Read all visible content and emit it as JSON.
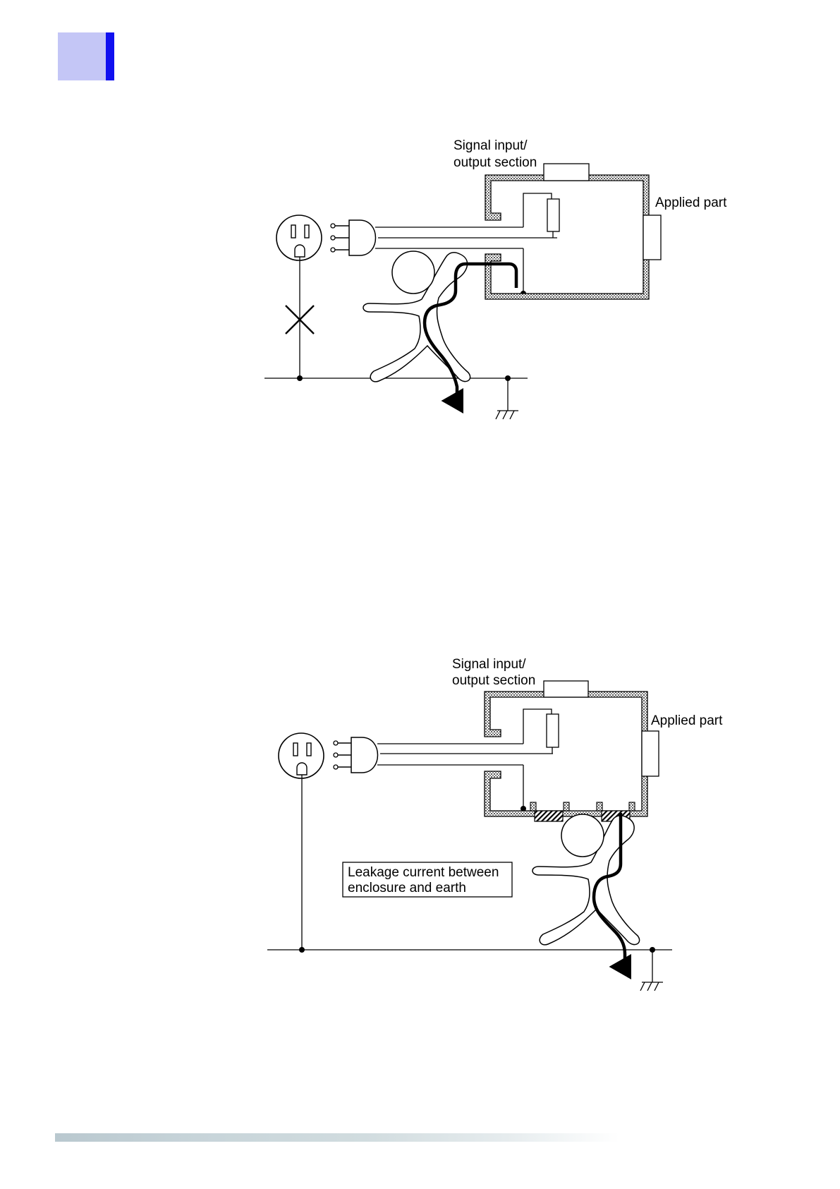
{
  "colors": {
    "tab_fill": "#c4c6f6",
    "tab_bar": "#1010f0"
  },
  "diagram1": {
    "signal_label_line1": "Signal input/",
    "signal_label_line2": "output section",
    "applied_label": "Applied part"
  },
  "diagram2": {
    "signal_label_line1": "Signal input/",
    "signal_label_line2": "output section",
    "applied_label": "Applied part",
    "leakage_label_line1": "Leakage current between",
    "leakage_label_line2": "enclosure and earth"
  }
}
